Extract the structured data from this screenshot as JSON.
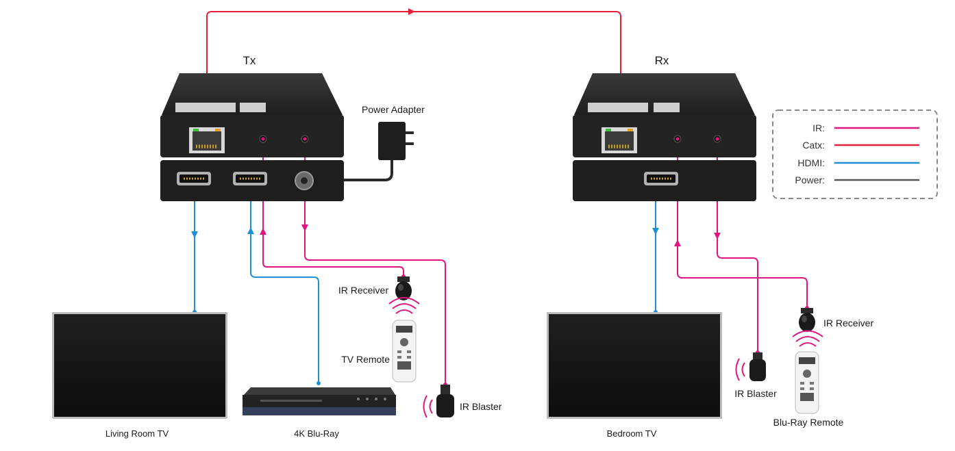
{
  "devices": {
    "tx": {
      "label": "Tx"
    },
    "rx": {
      "label": "Rx"
    },
    "power_adapter": {
      "label": "Power Adapter"
    },
    "living_room_tv": {
      "label": "Living Room TV"
    },
    "bluray_player": {
      "label": "4K Blu-Ray"
    },
    "bedroom_tv": {
      "label": "Bedroom TV"
    },
    "tx_ir_receiver": {
      "label": "IR Receiver"
    },
    "tx_tv_remote": {
      "label": "TV Remote"
    },
    "tx_ir_blaster": {
      "label": "IR Blaster"
    },
    "rx_ir_receiver": {
      "label": "IR Receiver"
    },
    "rx_ir_blaster": {
      "label": "IR Blaster"
    },
    "rx_bluray_remote": {
      "label": "Blu-Ray Remote"
    }
  },
  "legend": {
    "items": [
      {
        "label": "IR:",
        "color": "#e0157f"
      },
      {
        "label": "Catx:",
        "color": "#e3203a"
      },
      {
        "label": "HDMI:",
        "color": "#1f8fd6"
      },
      {
        "label": "Power:",
        "color": "#555555"
      }
    ]
  },
  "colors": {
    "ir": "#e0157f",
    "catx": "#e3203a",
    "hdmi": "#1f8fd6",
    "power": "#555555",
    "device_body": "#242424"
  }
}
